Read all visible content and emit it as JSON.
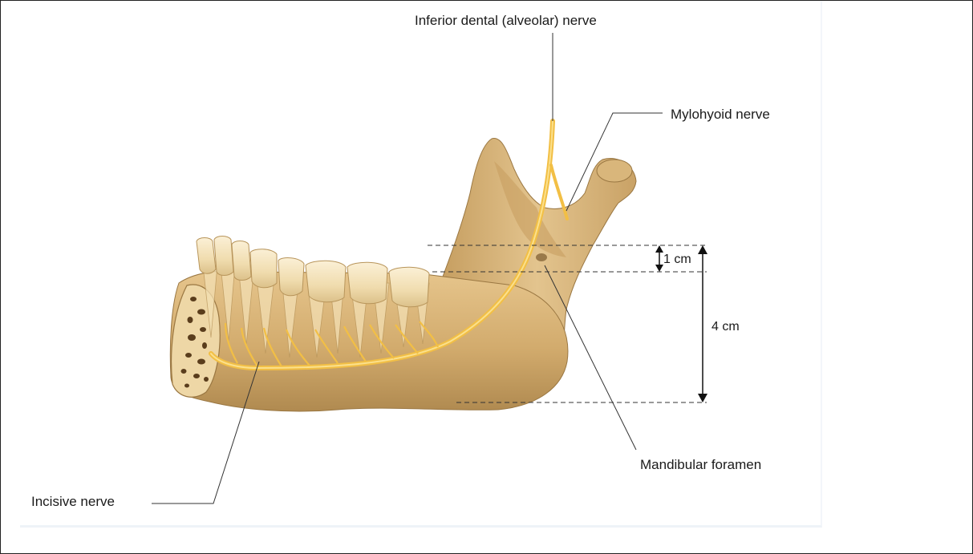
{
  "labels": {
    "inferior_dental": "Inferior dental (alveolar) nerve",
    "mylohyoid": "Mylohyoid nerve",
    "mandibular_foramen": "Mandibular foramen",
    "incisive": "Incisive nerve",
    "measure_1cm": "1 cm",
    "measure_4cm": "4 cm"
  },
  "colors": {
    "bone": "#d3ae72",
    "bone_dark": "#a9844b",
    "bone_light": "#e8cd98",
    "nerve": "#f5c242",
    "tooth": "#f4e3bd",
    "leader": "#333333"
  }
}
